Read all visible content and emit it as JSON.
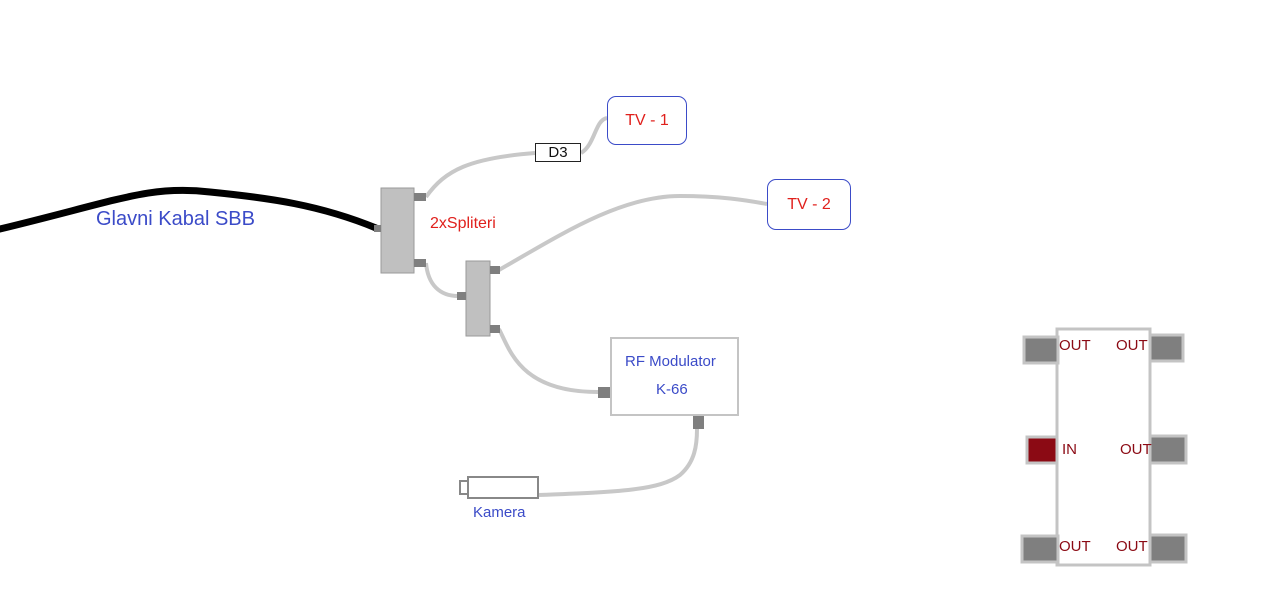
{
  "labels": {
    "main_cable": "Glavni Kabal SBB",
    "splitters": "2xSpliteri",
    "tv1": "TV - 1",
    "tv2": "TV - 2",
    "attenuator": "D3",
    "rf_modulator_title": "RF Modulator",
    "rf_modulator_channel": "K-66",
    "camera": "Kamera"
  },
  "splitter_box": {
    "ports": [
      "OUT",
      "OUT",
      "IN",
      "OUT",
      "OUT",
      "OUT"
    ]
  },
  "colors": {
    "blue_text": "#3b4bc8",
    "red_text": "#e0201c",
    "port_text": "#8b0a14",
    "in_port": "#8b0a14",
    "out_port": "#7f7f7f",
    "cable": "#c8c8c8",
    "main_cable": "#000000"
  }
}
